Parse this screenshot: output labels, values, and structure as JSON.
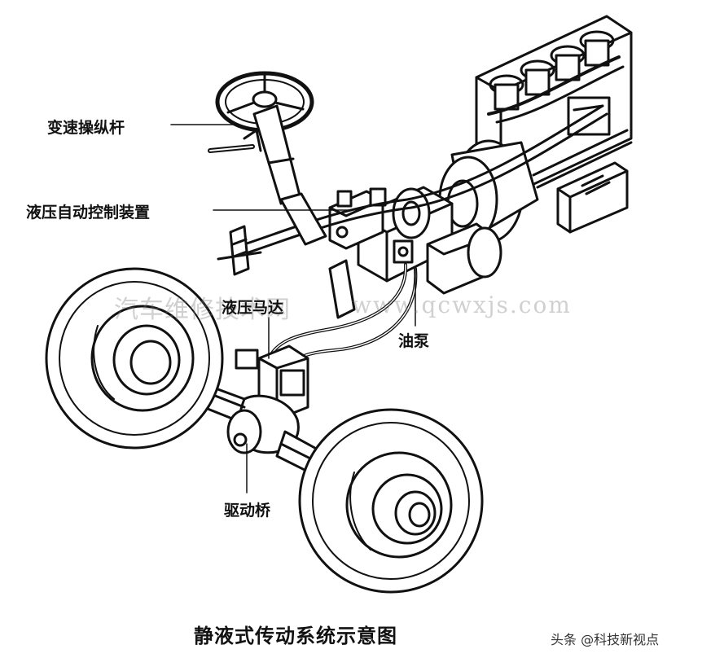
{
  "labels": {
    "shift_lever": "变速操纵杆",
    "hydraulic_control": "液压自动控制装置",
    "hydraulic_motor": "液压马达",
    "oil_pump": "油泵",
    "drive_axle": "驱动桥"
  },
  "caption": "静液式传动系统示意图",
  "watermark": {
    "site_name": "汽车维修技术网",
    "url": "www.qcwxjs.com"
  },
  "brand": "头条 @科技新视点",
  "colors": {
    "line": "#111111",
    "background": "#ffffff"
  }
}
